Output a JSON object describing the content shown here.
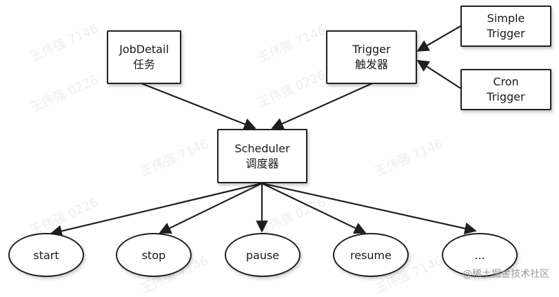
{
  "nodes": {
    "jobdetail": {
      "line1": "JobDetail",
      "line2": "任务"
    },
    "trigger": {
      "line1": "Trigger",
      "line2": "触发器"
    },
    "simple_trigger": {
      "line1": "Simple",
      "line2": "Trigger"
    },
    "cron_trigger": {
      "line1": "Cron",
      "line2": "Trigger"
    },
    "scheduler": {
      "line1": "Scheduler",
      "line2": "调度器"
    }
  },
  "actions": [
    "start",
    "stop",
    "pause",
    "resume",
    "..."
  ],
  "watermark": [
    "王伟强 7146",
    "王伟强 0226"
  ],
  "credit": "@稀土掘金技术社区",
  "colors": {
    "stroke": "#1f1f1f",
    "text": "#1a1a1a",
    "background": "#ffffff"
  }
}
